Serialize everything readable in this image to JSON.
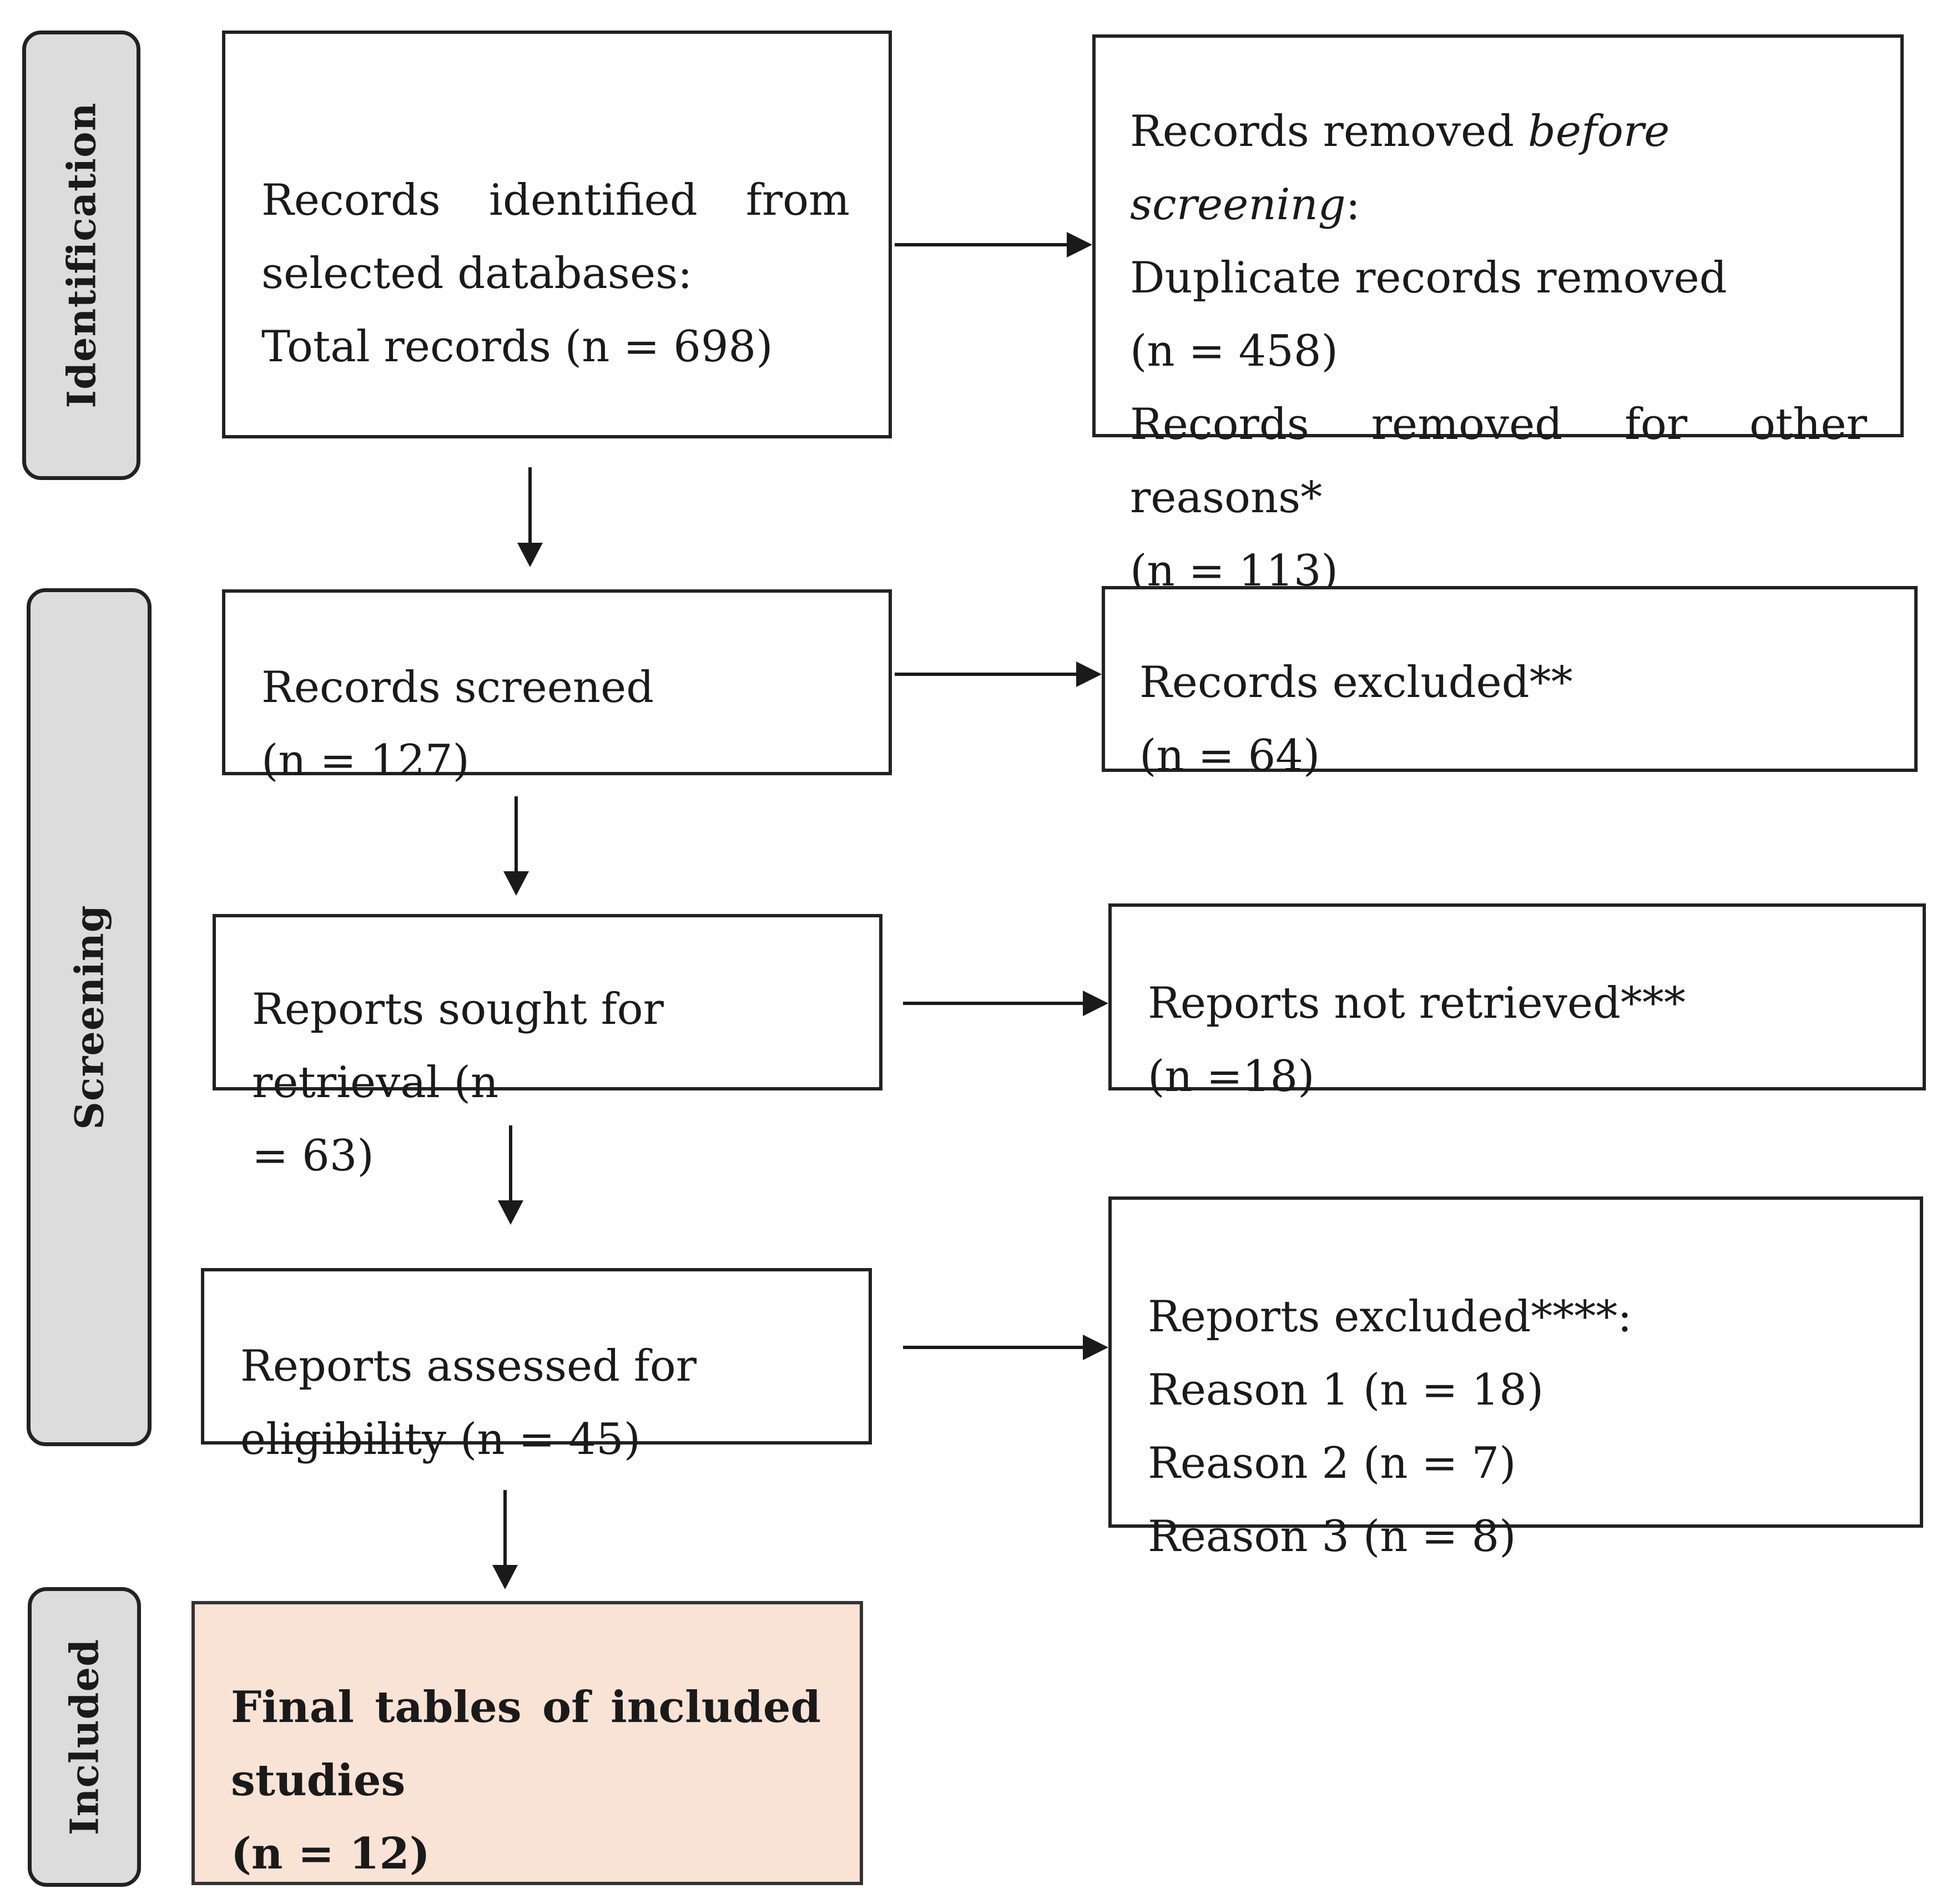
{
  "phases": {
    "identification": "Identification",
    "screening": "Screening",
    "included": "Included"
  },
  "identified": {
    "line1": "Records identified from",
    "line2": "selected databases:",
    "line3": "Total records (n = 698)"
  },
  "removed": {
    "line1_pre": "Records removed ",
    "line1_em": "before screening",
    "line1_post": ":",
    "line2": "Duplicate records removed",
    "line3": "(n = 458)",
    "line4": "Records removed for other reasons*",
    "line5": "(n = 113)"
  },
  "screened": {
    "line1": "Records screened",
    "line2": "(n = 127)"
  },
  "excluded": {
    "line1": "Records excluded**",
    "line2": "(n = 64)"
  },
  "sought": {
    "line1": "Reports sought for retrieval (n",
    "line2": "= 63)"
  },
  "not_retrieved": {
    "line1": "Reports not retrieved***",
    "line2": "(n =18)"
  },
  "assessed": {
    "line1": "Reports assessed for",
    "line2": "eligibility (n = 45)"
  },
  "reports_excluded": {
    "line1": "Reports excluded****:",
    "line2": "Reason 1 (n = 18)",
    "line3": "Reason 2 (n = 7)",
    "line4": "Reason 3 (n = 8)"
  },
  "final": {
    "line1": "Final tables of included",
    "line2": "studies",
    "line3": "(n = 12)"
  }
}
